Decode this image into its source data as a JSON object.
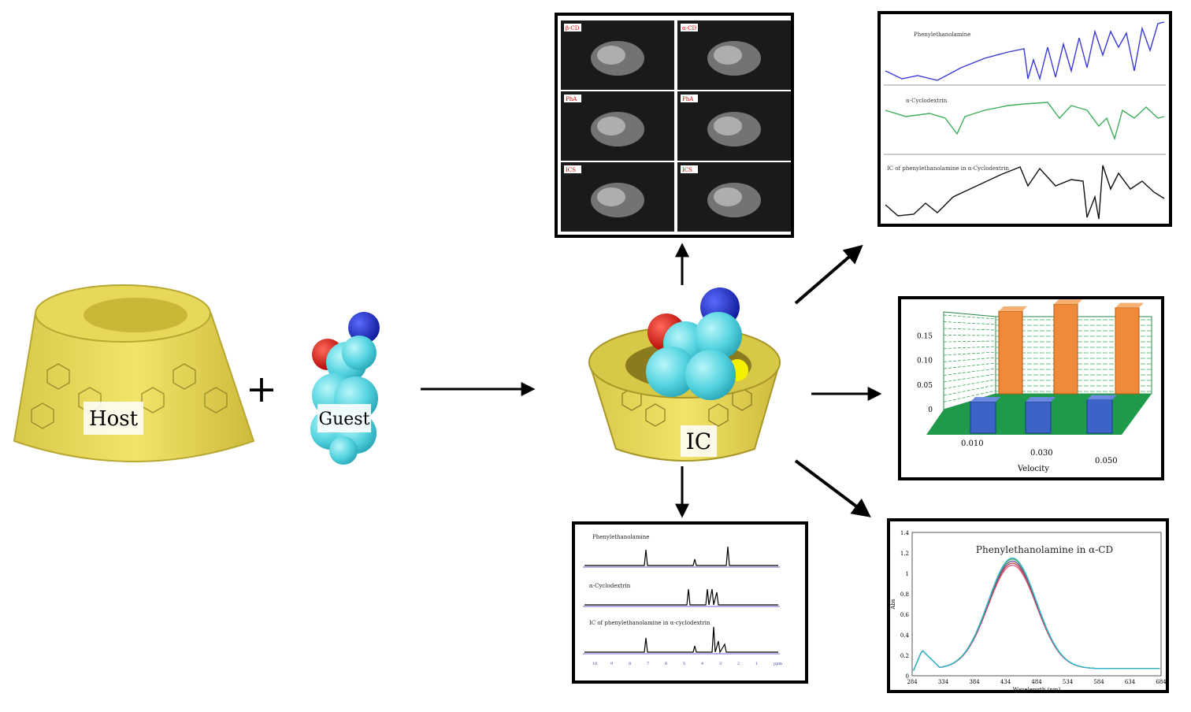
{
  "labels": {
    "host": "Host",
    "guest": "Guest",
    "ic": "IC",
    "plus": "+"
  },
  "sem_panel": {
    "tiles": [
      "β-CD",
      "α-CD",
      "PhA",
      "PhA",
      "ICS",
      "ICS"
    ]
  },
  "ir_panel": {
    "traces": [
      {
        "label": "Phenylethanolamine",
        "color": "#3a3ad8"
      },
      {
        "label": "α-Cyclodextrin",
        "color": "#3fae5a"
      },
      {
        "label": "IC of phenylethanolamine in α-Cyclodextrin",
        "color": "#111111"
      }
    ]
  },
  "nmr_panel": {
    "spectra": [
      "Phenylethanolamine",
      "α-Cyclodextrin",
      "IC of phenylethanolamine in α-cyclodextrin"
    ],
    "x_ticks": [
      "10",
      "9",
      "8",
      "7",
      "6",
      "5",
      "4",
      "3",
      "2",
      "1",
      "ppm"
    ]
  },
  "chart_data": [
    {
      "type": "bar",
      "title": "",
      "xlabel": "Velocity",
      "ylabel": "",
      "categories": [
        "0.010",
        "0.030",
        "0.050"
      ],
      "y_ticks": [
        "0",
        "0.05",
        "0.10",
        "0.15"
      ],
      "series": [
        {
          "values": [
            0.075,
            0.075,
            0.08
          ],
          "color": "#3b63c8"
        },
        {
          "values": [
            0.12,
            0.13,
            0.125
          ],
          "color": "#f08a3a"
        }
      ],
      "ylim": [
        0,
        0.16
      ],
      "grid": true,
      "floor_color": "#1f9a4a"
    },
    {
      "type": "line",
      "title": "Phenylethanolamine in α-CD",
      "xlabel": "Wavelength (nm)",
      "ylabel": "Abs",
      "x_ticks": [
        "284",
        "334",
        "384",
        "434",
        "484",
        "534",
        "584",
        "634",
        "684"
      ],
      "y_ticks": [
        "0",
        "0.2",
        "0.4",
        "0.6",
        "0.8",
        "1",
        "1.2",
        "1.4"
      ],
      "xlim": [
        284,
        684
      ],
      "ylim": [
        0,
        1.4
      ],
      "series": [
        {
          "color": "#e05a8a",
          "peak": 1.08
        },
        {
          "color": "#c44a3a",
          "peak": 1.1
        },
        {
          "color": "#6a4aa8",
          "peak": 1.12
        },
        {
          "color": "#4ab04a",
          "peak": 1.14
        },
        {
          "color": "#2fb8d0",
          "peak": 1.15
        }
      ]
    }
  ]
}
